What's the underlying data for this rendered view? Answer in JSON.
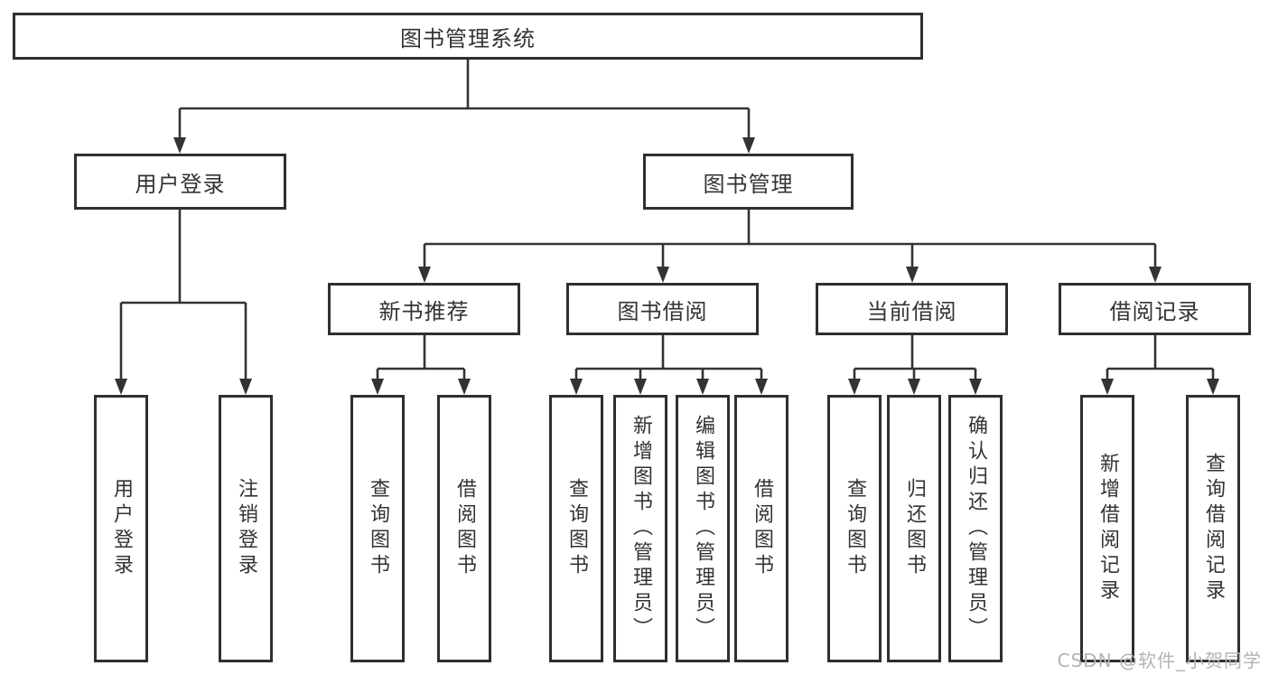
{
  "colors": {
    "line": "#333333",
    "box_border": "#2f2f2f",
    "text": "#333333",
    "watermark": "#b3b3b3",
    "background": "#ffffff"
  },
  "watermark": {
    "text": "CSDN @软件_小贺同学"
  },
  "tree": {
    "label": "图书管理系统",
    "children": [
      {
        "label": "用户登录",
        "children": [
          {
            "label": "用户登录"
          },
          {
            "label": "注销登录"
          }
        ]
      },
      {
        "label": "图书管理",
        "children": [
          {
            "label": "新书推荐",
            "children": [
              {
                "label": "查询图书"
              },
              {
                "label": "借阅图书"
              }
            ]
          },
          {
            "label": "图书借阅",
            "children": [
              {
                "label": "查询图书"
              },
              {
                "label": "新增图书（管理员）"
              },
              {
                "label": "编辑图书（管理员）"
              },
              {
                "label": "借阅图书"
              }
            ]
          },
          {
            "label": "当前借阅",
            "children": [
              {
                "label": "查询图书"
              },
              {
                "label": "归还图书"
              },
              {
                "label": "确认归还（管理员）"
              }
            ]
          },
          {
            "label": "借阅记录",
            "children": [
              {
                "label": "新增借阅记录"
              },
              {
                "label": "查询借阅记录"
              }
            ]
          }
        ]
      }
    ]
  }
}
